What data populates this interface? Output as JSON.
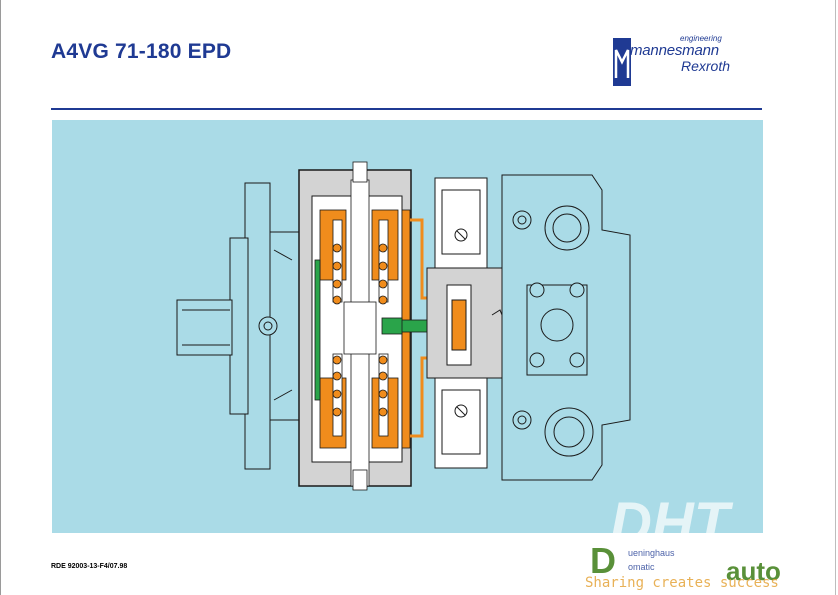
{
  "header": {
    "title": "A4VG 71-180 EPD",
    "logo": {
      "tagline": "engineering",
      "name": "mannesmann",
      "sub": "Rexroth",
      "mark_color": "#1f3a93"
    }
  },
  "footer": {
    "doc_code": "RDE 92003-13-F4/07.98"
  },
  "watermark": {
    "big": "DHT",
    "d_letter": "D",
    "auto": "auto",
    "tagline": "Sharing creates success",
    "blue_line1": "ueninghaus",
    "blue_line2": "omatic"
  },
  "diagram": {
    "colors": {
      "background": "#aadbe7",
      "housing": "#d3d3d3",
      "pressure_oil": "#f08c1c",
      "control_oil": "#2aa44a",
      "metal": "#ffffff",
      "line": "#1a1a1a"
    }
  }
}
